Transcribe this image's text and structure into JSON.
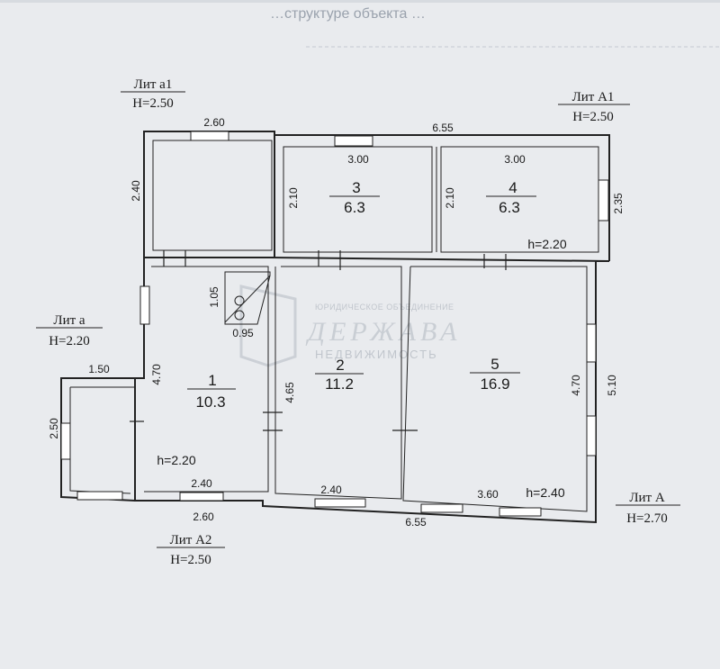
{
  "header": {
    "cut_text": "…структуре объекта …"
  },
  "blocks": {
    "a1": {
      "name": "Лит а1",
      "height": "H=2.50"
    },
    "A1": {
      "name": "Лит А1",
      "height": "H=2.50"
    },
    "a": {
      "name": "Лит а",
      "height": "H=2.20"
    },
    "A": {
      "name": "Лит А",
      "height": "H=2.70"
    },
    "A2": {
      "name": "Лит А2",
      "height": "H=2.50"
    }
  },
  "rooms": [
    {
      "number": "1",
      "area": "10.3"
    },
    {
      "number": "2",
      "area": "11.2"
    },
    {
      "number": "3",
      "area": "6.3"
    },
    {
      "number": "4",
      "area": "6.3"
    },
    {
      "number": "5",
      "area": "16.9"
    }
  ],
  "dimensions": {
    "top_a1_width": "2.60",
    "top_total": "6.55",
    "room3_width": "3.00",
    "room4_width": "3.00",
    "a1_height": "2.40",
    "room3_height": "2.10",
    "room4_height": "2.10",
    "right_A1": "2.35",
    "ceiling_A1": "h=2.20",
    "stove_h": "1.05",
    "stove_w": "0.95",
    "porch_width": "1.50",
    "porch_height": "2.50",
    "room1_height": "4.70",
    "room2_height": "4.65",
    "room5_height": "4.70",
    "right_A": "5.10",
    "ceiling_room1": "h=2.20",
    "room1_width": "2.40",
    "room2_width": "2.40",
    "room5_width": "3.60",
    "ceiling_room5": "h=2.40",
    "bottom_A2": "2.60",
    "bottom_total": "6.55"
  },
  "watermark": {
    "org": "ЮРИДИЧЕСКОЕ ОБЪЕДИНЕНИЕ",
    "brand": "ДЕРЖАВА",
    "sub": "НЕДВИЖИМОСТЬ"
  }
}
